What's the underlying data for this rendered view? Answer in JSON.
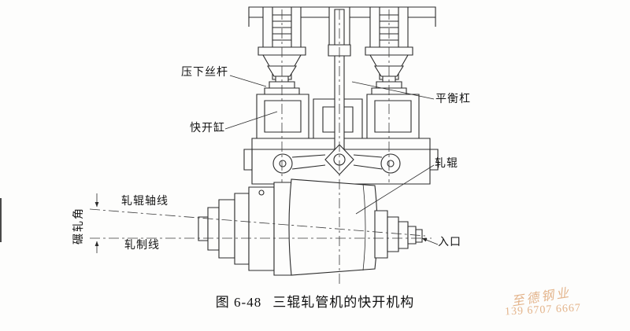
{
  "figure": {
    "caption_prefix": "图 6-48",
    "caption_title": "三辊轧管机的快开机构"
  },
  "labels": {
    "press_screw": "压下丝杆",
    "balance_bar": "平衡杠",
    "quick_open_cylinder": "快开缸",
    "roll": "轧辊",
    "roll_axis_line": "轧辊轴线",
    "rolling_angle": "碾轧角",
    "rolling_line": "轧制线",
    "inlet": "入口"
  },
  "watermark": {
    "line1": "至德钢业",
    "line2": "139 6707 6667",
    "color": "#dda26f"
  },
  "colors": {
    "line": "#2b2b2b",
    "background": "#fdfdfc"
  }
}
